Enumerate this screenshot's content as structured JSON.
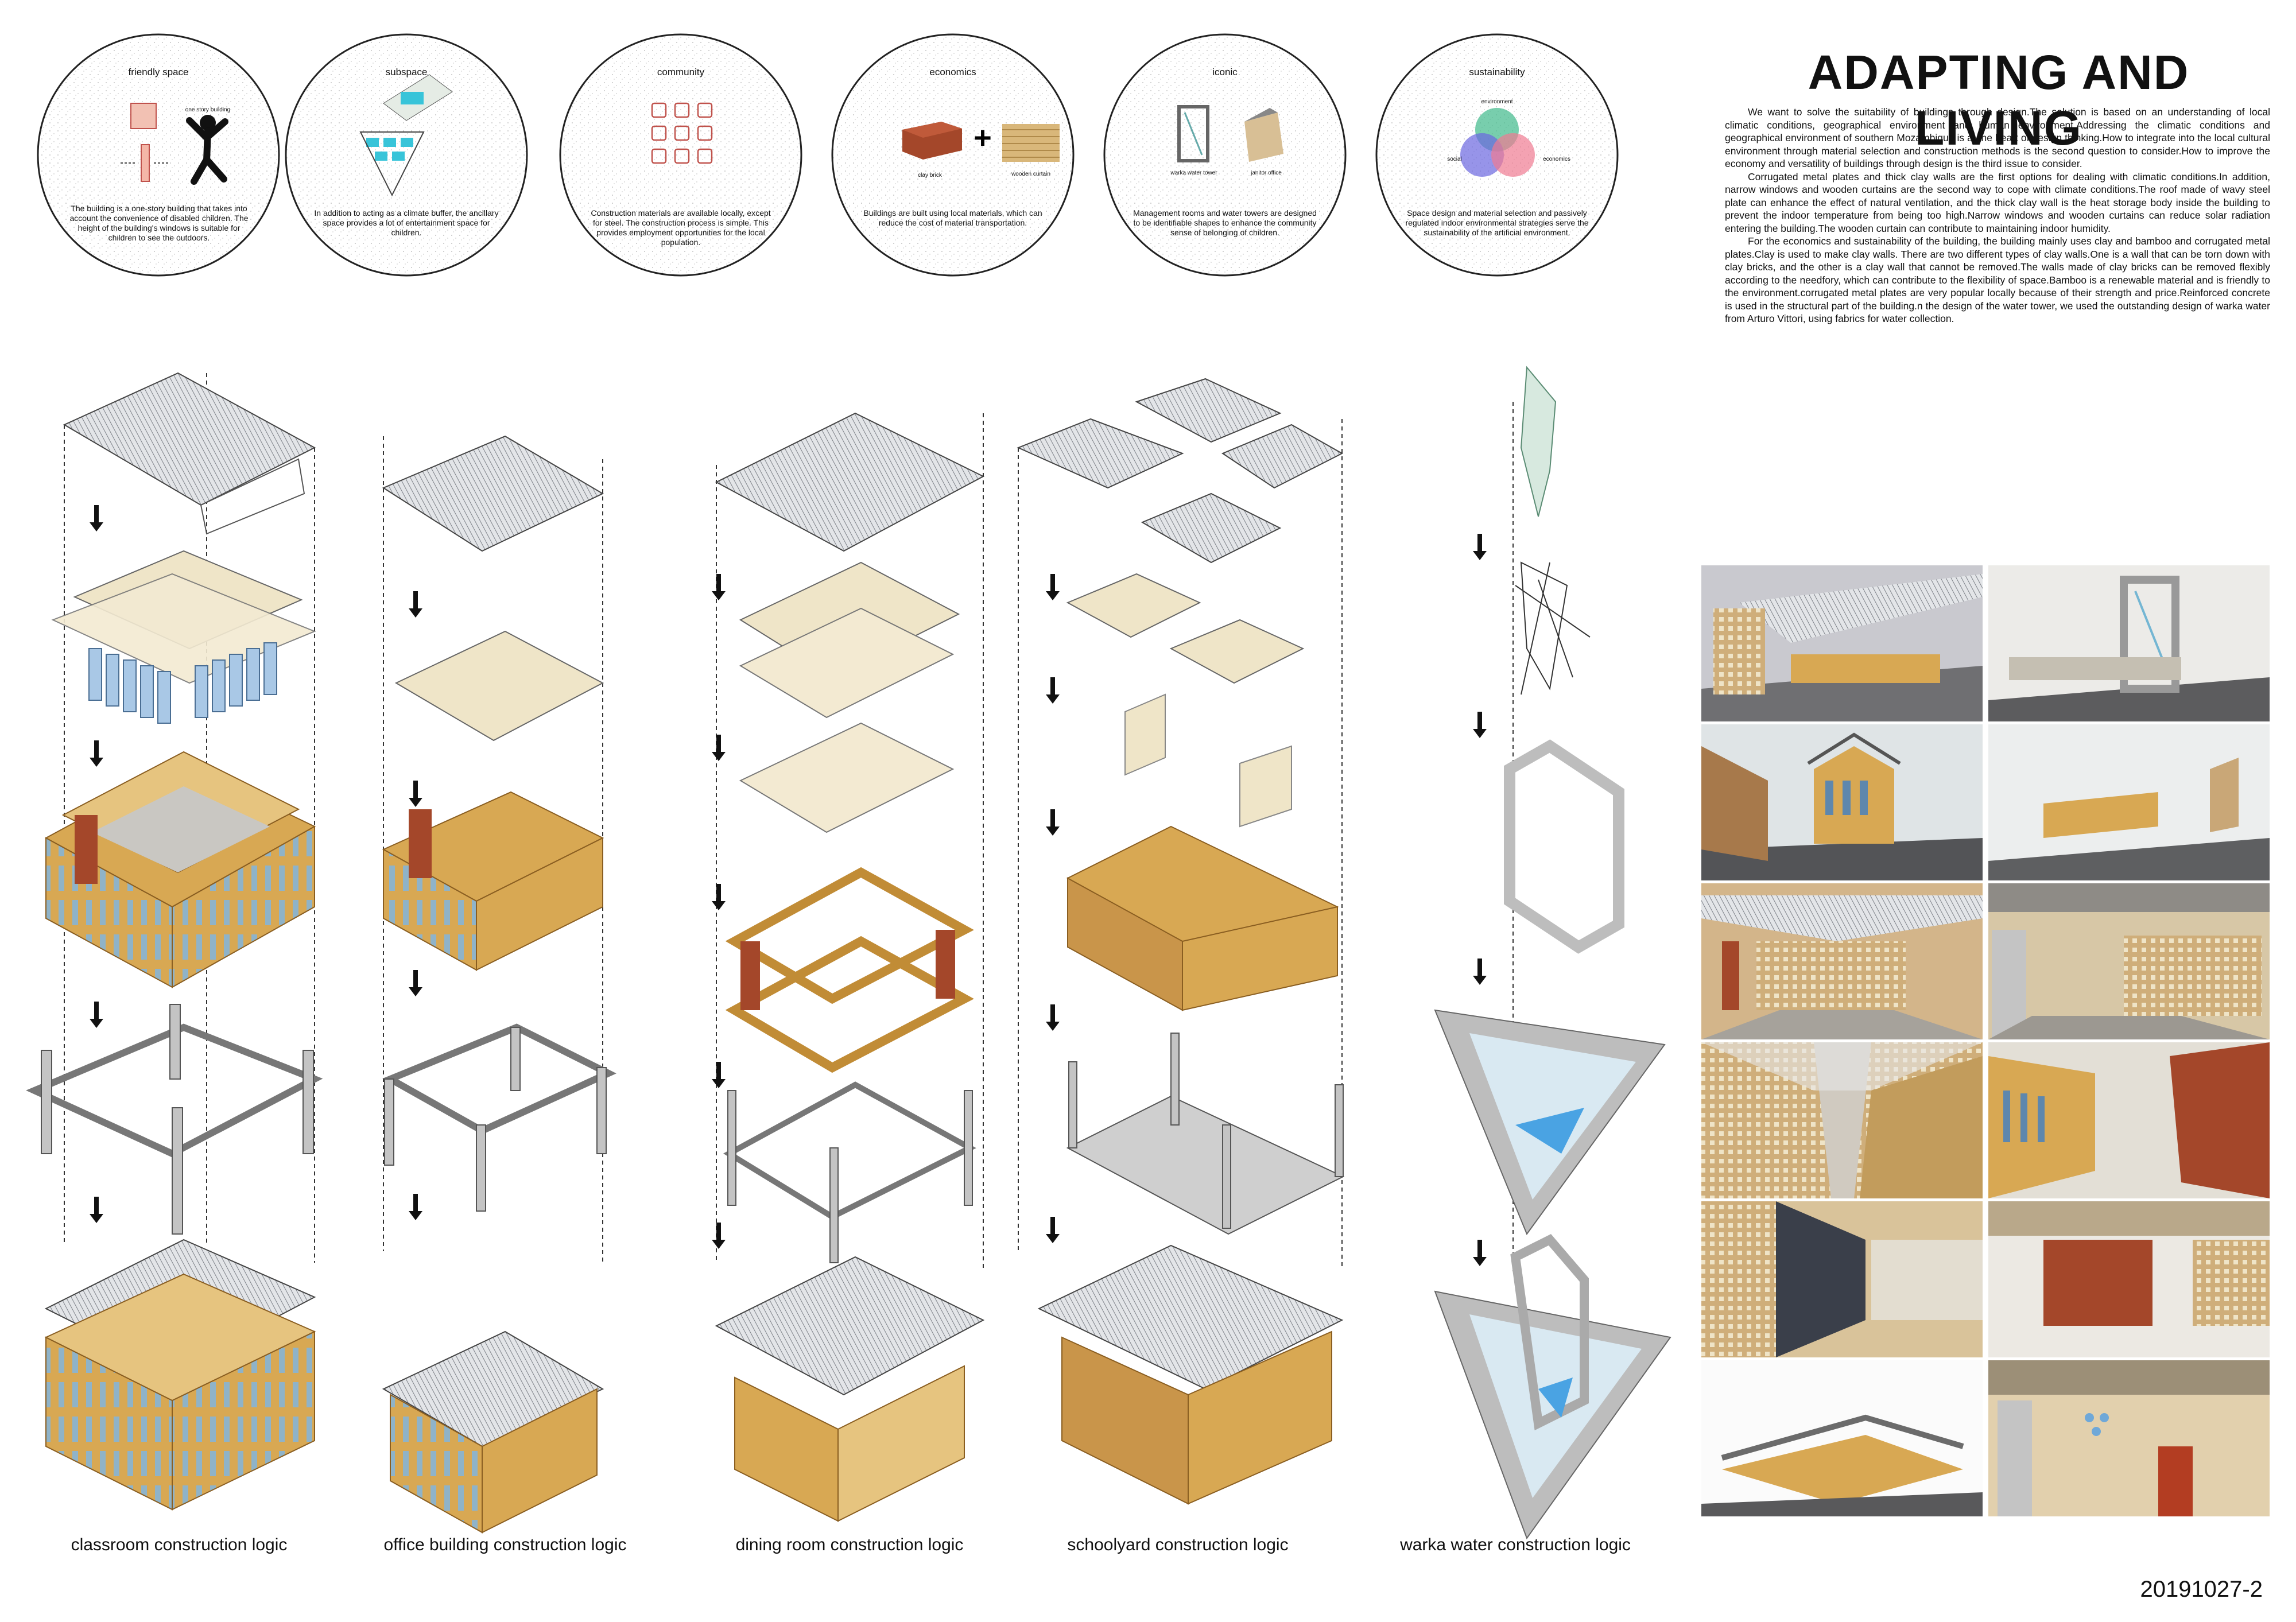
{
  "title": "ADAPTING AND LIVING",
  "paragraphs": [
    "We want to solve the suitability of buildings through design.The solution is based on an understanding of local climatic conditions, geographical environment and human environment.Addressing the climatic conditions and geographical environment of southern Mozambique is at the heart of design thinking.How to integrate into the local cultural environment through material selection and construction methods is the second question to consider.How to improve the economy and versatility of buildings through design is the third issue to consider.",
    "Corrugated metal plates and thick clay walls are the first options for dealing with climatic conditions.In addition, narrow windows and wooden curtains are the second way to cope with climate conditions.The roof made of wavy steel plate can enhance the effect of natural ventilation, and the thick clay wall is the heat storage body inside the building to prevent the indoor temperature from being too high.Narrow windows and wooden curtains can reduce solar radiation entering the building.The wooden curtain can contribute to maintaining indoor humidity.",
    "For the economics and sustainability of the building, the building mainly uses clay and bamboo and corrugated metal plates.Clay is used to make clay walls. There are two different types of clay walls.One is a wall that can be torn down with clay bricks, and the other is a clay wall that cannot be removed.The walls made of clay bricks can be removed flexibly according to the needfory, which can contribute to the flexibility of space.Bamboo is a renewable material and is friendly to the environment.corrugated metal plates are very popular locally because of their strength and price.Reinforced concrete is used in the structural part of the building.n the design of the water tower, we used the outstanding design of warka water from Arturo Vittori, using fabrics for water collection."
  ],
  "circles": [
    {
      "title": "friendly space",
      "text": "The building is a one-story building that takes into account the convenience of disabled children. The height of the building's windows is suitable for children to see the outdoors.",
      "labels": [
        "one story building"
      ]
    },
    {
      "title": "subspace",
      "text": "In addition to acting as a climate buffer, the ancillary space provides a lot of entertainment space for children.",
      "labels": []
    },
    {
      "title": "community",
      "text": "Construction materials are available locally, except for steel. The construction process is simple. This provides employment opportunities for the local population.",
      "labels": []
    },
    {
      "title": "economics",
      "text": "Buildings are built using local materials, which can reduce the cost of material transportation.",
      "labels": [
        "clay brick",
        "wooden curtain"
      ]
    },
    {
      "title": "iconic",
      "text": "Management rooms and water towers are designed to be identifiable shapes to enhance the community sense of belonging of children.",
      "labels": [
        "warka water tower",
        "janitor office"
      ]
    },
    {
      "title": "sustainability",
      "text": "Space design and material selection and passively regulated indoor environmental strategies serve the sustainability of the artificial environment.",
      "labels": [
        "environment",
        "social",
        "economics"
      ]
    }
  ],
  "captions": [
    "classroom construction logic",
    "office building construction logic",
    "dining room construction logic",
    "schoolyard construction logic",
    "warka water construction logic"
  ],
  "code": "20191027-2",
  "colors": {
    "clay": "#d8a853",
    "clay_dark": "#b07a2c",
    "brick": "#a4472a",
    "panel": "#efe5c8",
    "steel": "#d5d7da",
    "concrete": "#c4c4c4",
    "water": "#4aa3e3"
  }
}
